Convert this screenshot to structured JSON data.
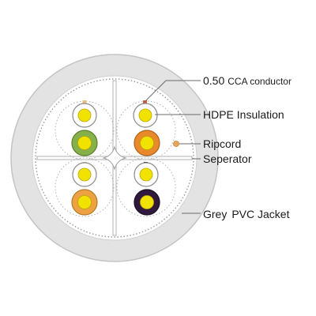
{
  "labels": {
    "conductor_size": "0.50",
    "conductor": "CCA conductor",
    "insulation": "HDPE Insulation",
    "ripcord": "Ripcord",
    "separator": "Seperator",
    "jacket_grey": "Grey",
    "jacket": "PVC Jacket"
  },
  "colors": {
    "jacket": "#e3e3e3",
    "core": "#ffffff",
    "conductor": "#f2e200",
    "green": "#86b04a",
    "orange": "#e8892c",
    "orange_light": "#eca243",
    "purple": "#2f1a3e",
    "ripcord": "#e9a65a",
    "leader": "#6a6a6a"
  },
  "pairs": [
    {
      "name": "pair-top-left",
      "pair_color": "green"
    },
    {
      "name": "pair-top-right",
      "pair_color": "orange"
    },
    {
      "name": "pair-bottom-left",
      "pair_color": "orange_light"
    },
    {
      "name": "pair-bottom-right",
      "pair_color": "purple"
    }
  ]
}
